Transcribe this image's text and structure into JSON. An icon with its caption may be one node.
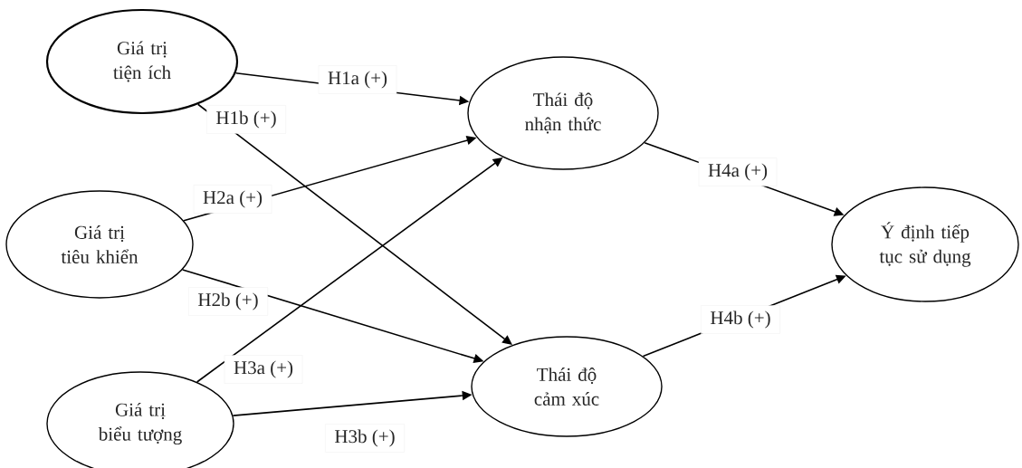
{
  "diagram": {
    "nodes": [
      {
        "text": [
          "Giá trị tiện ích"
        ]
      },
      {
        "text": [
          "Giá trị tiêu khiển"
        ]
      },
      {
        "text": [
          "Giá trị biểu tượng"
        ]
      },
      {
        "text": [
          "Thái độ nhận thức"
        ]
      },
      {
        "text": [
          "Thái độ cảm xúc"
        ]
      },
      {
        "text": [
          "Ý định tiếp tục sử dụng"
        ]
      }
    ],
    "edges": [
      {
        "from": 0,
        "to": 3,
        "arrow": "to",
        "label": "H1a (+)"
      },
      {
        "from": 0,
        "to": 4,
        "arrow": "to",
        "label": "H1b (+)"
      },
      {
        "from": 1,
        "to": 3,
        "arrow": "to",
        "label": "H2a (+)"
      },
      {
        "from": 1,
        "to": 4,
        "arrow": "to",
        "label": "H2b (+)"
      },
      {
        "from": 2,
        "to": 3,
        "arrow": "to",
        "label": "H3a (+)"
      },
      {
        "from": 2,
        "to": 4,
        "arrow": "to",
        "label": "H3b (+)"
      },
      {
        "from": 3,
        "to": 5,
        "arrow": "to",
        "label": "H4a (+)"
      },
      {
        "from": 4,
        "to": 5,
        "arrow": "to",
        "label": "H4b (+)"
      }
    ]
  }
}
